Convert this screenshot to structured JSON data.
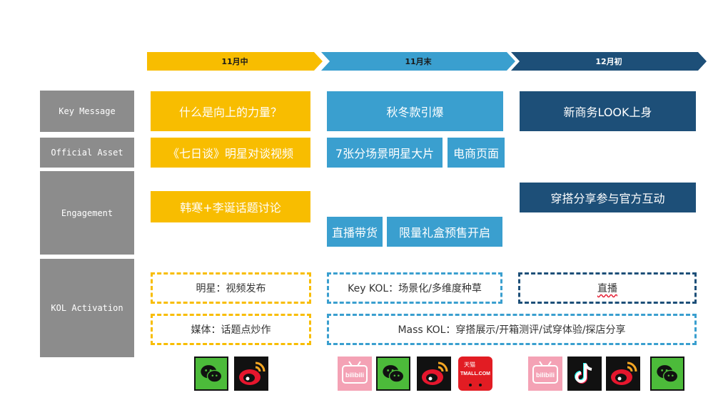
{
  "timeline": [
    {
      "label": "11月中"
    },
    {
      "label": "11月末"
    },
    {
      "label": "12月初"
    }
  ],
  "rows": {
    "key_message": "Key Message",
    "official_asset": "Official Asset",
    "engagement": "Engagement",
    "kol_activation": "KOL Activation"
  },
  "mid_nov": {
    "key_message": "什么是向上的力量？",
    "official_asset": "《七日谈》明星对谈视频",
    "engagement": "韩寒+李诞话题讨论",
    "kol_star": "明星：视频发布",
    "kol_media": "媒体：话题点炒作"
  },
  "end_nov": {
    "key_message": "秋冬款引爆",
    "asset_photos": "7张分场景明星大片",
    "asset_ecommerce": "电商页面",
    "live_selling": "直播带货",
    "gift_box": "限量礼盒预售开启",
    "key_kol": "Key KOL：场景化/多维度种草"
  },
  "early_dec": {
    "key_message": "新商务LOOK上身",
    "engagement": "穿搭分享参与官方互动",
    "live": "直播"
  },
  "mass_kol": "Mass KOL：穿搭展示/开箱测评/试穿体验/探店分享",
  "platform_icons": [
    {
      "name": "wechat-icon"
    },
    {
      "name": "weibo-icon"
    },
    {
      "name": "bilibili-icon",
      "text": "bilibili"
    },
    {
      "name": "wechat-icon"
    },
    {
      "name": "weibo-icon"
    },
    {
      "name": "tmall-icon",
      "text": "天猫 TMALL.COM"
    },
    {
      "name": "bilibili-icon",
      "text": "bilibili"
    },
    {
      "name": "douyin-icon"
    },
    {
      "name": "weibo-icon"
    },
    {
      "name": "wechat-icon"
    }
  ],
  "colors": {
    "yellow": "#f8bd00",
    "blue": "#3a9fcf",
    "navy": "#1d4f78",
    "gray": "#8c8c8c",
    "wechat_green": "#4cbb3a",
    "weibo_red": "#e6162d",
    "bilibili_pink": "#f4a2b5",
    "tmall_red": "#e21c23"
  }
}
